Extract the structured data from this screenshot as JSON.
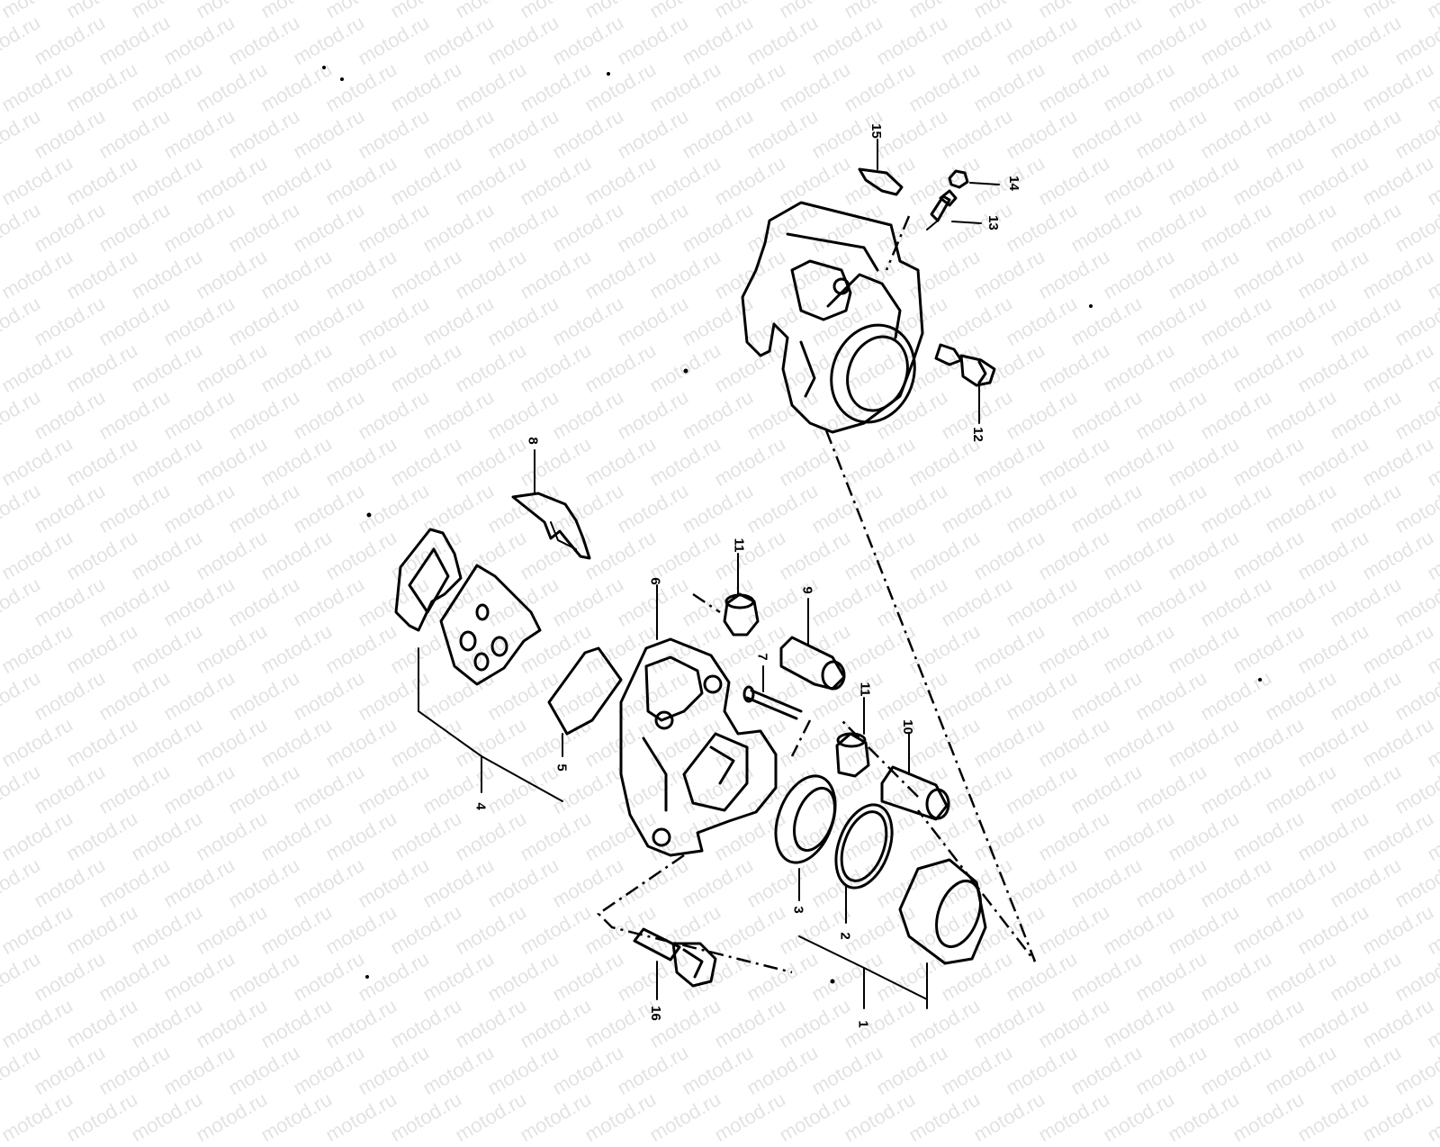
{
  "watermark": {
    "text": "motod.ru"
  },
  "diagram": {
    "parts": [
      {
        "id": "part-1",
        "label": "1"
      },
      {
        "id": "part-2",
        "label": "2"
      },
      {
        "id": "part-3",
        "label": "3"
      },
      {
        "id": "part-4",
        "label": "4"
      },
      {
        "id": "part-5",
        "label": "5"
      },
      {
        "id": "part-6",
        "label": "6"
      },
      {
        "id": "part-7",
        "label": "7"
      },
      {
        "id": "part-8",
        "label": "8"
      },
      {
        "id": "part-9",
        "label": "9"
      },
      {
        "id": "part-10",
        "label": "10"
      },
      {
        "id": "part-11a",
        "label": "11"
      },
      {
        "id": "part-11b",
        "label": "11"
      },
      {
        "id": "part-12",
        "label": "12"
      },
      {
        "id": "part-13",
        "label": "13"
      },
      {
        "id": "part-14",
        "label": "14"
      },
      {
        "id": "part-15",
        "label": "15"
      },
      {
        "id": "part-16",
        "label": "16"
      }
    ]
  }
}
